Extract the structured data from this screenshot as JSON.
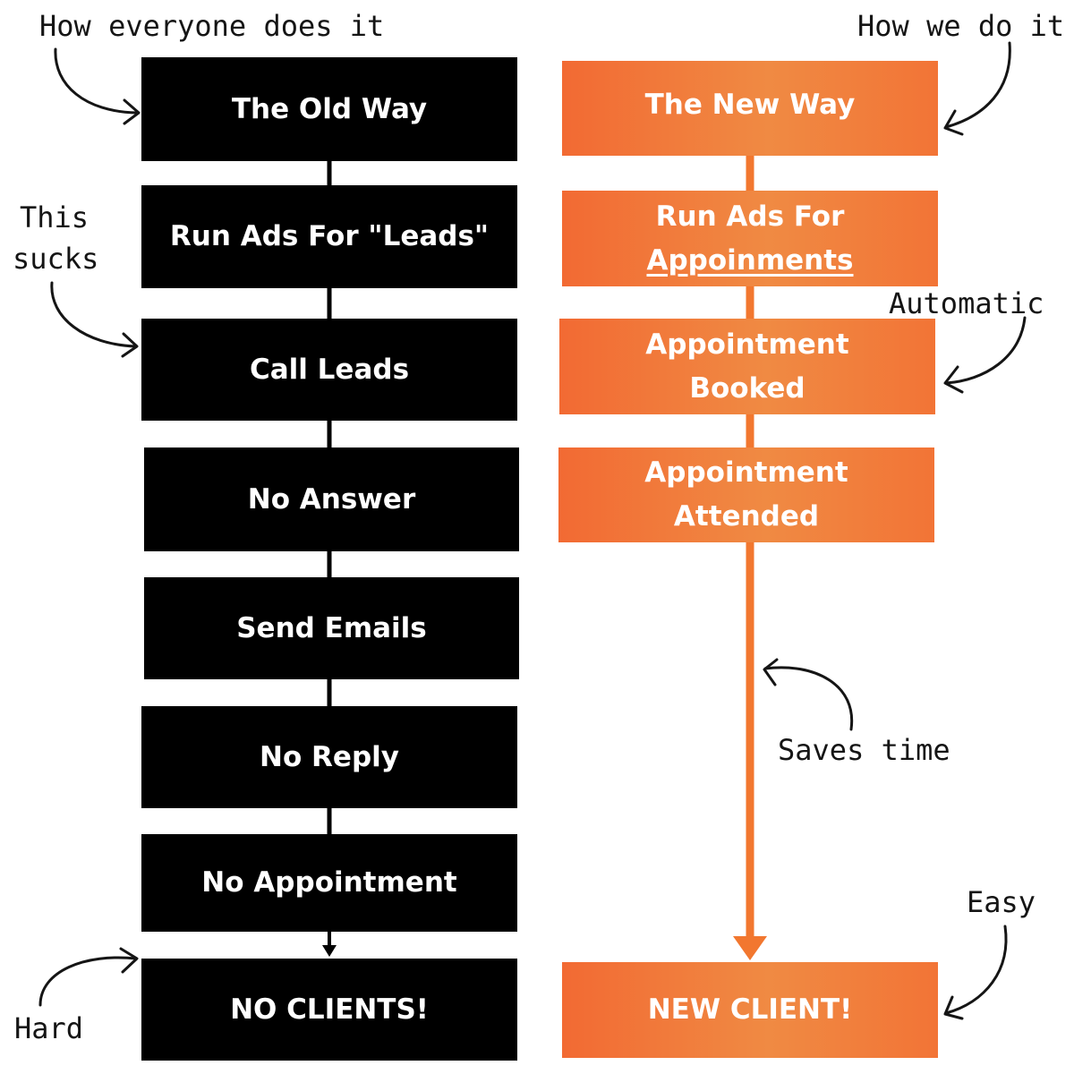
{
  "old_column": {
    "steps": [
      "The Old Way",
      "Run Ads For \"Leads\"",
      "Call Leads",
      "No Answer",
      "Send Emails",
      "No Reply",
      "No Appointment",
      "NO CLIENTS!"
    ],
    "color": "#000000"
  },
  "new_column": {
    "steps": {
      "header": "The New Way",
      "ads_line1": "Run Ads For",
      "ads_line2": "Appoinments",
      "booked_line1": "Appointment",
      "booked_line2": "Booked",
      "attended_line1": "Appointment",
      "attended_line2": "Attended",
      "result": "NEW CLIENT!"
    },
    "color": "#f2793a"
  },
  "annotations": {
    "how_everyone": "How everyone does it",
    "how_we": "How we do it",
    "this_sucks_line1": "This",
    "this_sucks_line2": "sucks",
    "automatic": "Automatic",
    "saves_time": "Saves time",
    "easy": "Easy",
    "hard": "Hard"
  }
}
